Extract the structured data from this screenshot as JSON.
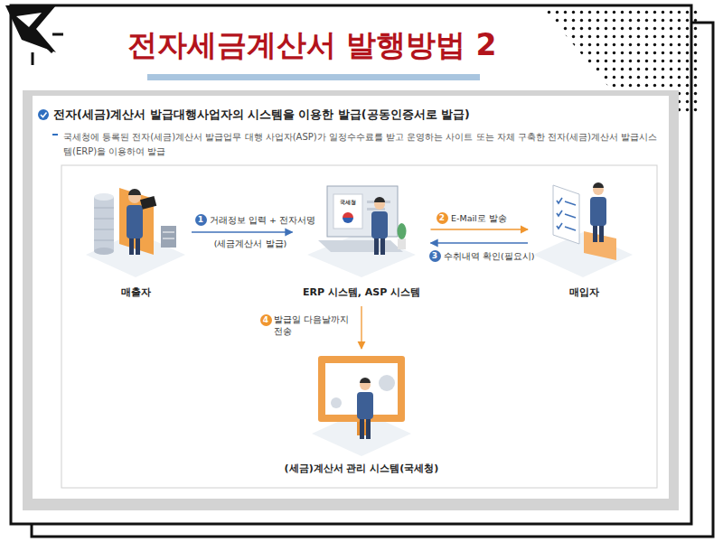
{
  "diagram": {
    "title": "전자세금계산서 발행방법 2",
    "nodes": [
      {
        "text": [
          "전자(세금)계산서 발급대행사업자의 시스템을 이용한 발급(공동인증서로 발급)",
          "국세청에 등록된 전자(세금)계산서 발급업무 대행 사업자(ASP)가 일정수수료를 받고 운영하는 사이트 또는 자체 구축한 전자(세금)계산서 발급시스템(ERP)을 이용하여 발급"
        ]
      },
      {
        "text": [
          "매출자"
        ],
        "in": 0
      },
      {
        "text": [
          "ERP 시스템, ASP 시스템"
        ],
        "in": 0
      },
      {
        "text": [
          "매입자"
        ],
        "in": 0
      },
      {
        "text": [
          "(세금)계산서 관리 시스템(국세청)"
        ],
        "in": 0
      }
    ],
    "edges": [
      {
        "from": 1,
        "to": 2,
        "arrow": "to",
        "label": "거래정보 입력 + 전자서명"
      },
      {
        "from": 2,
        "to": 3,
        "arrow": "to",
        "label": "E-Mail로 발송"
      },
      {
        "from": 3,
        "to": 2,
        "arrow": "to",
        "label": "수취내역 확인(필요시)"
      },
      {
        "from": 2,
        "to": 4,
        "arrow": "to",
        "label": "발급일 다음날까지 전송"
      }
    ],
    "labels": [
      "국세청",
      "1",
      "(세금계산서 발급)",
      "2",
      "3",
      "4"
    ]
  }
}
